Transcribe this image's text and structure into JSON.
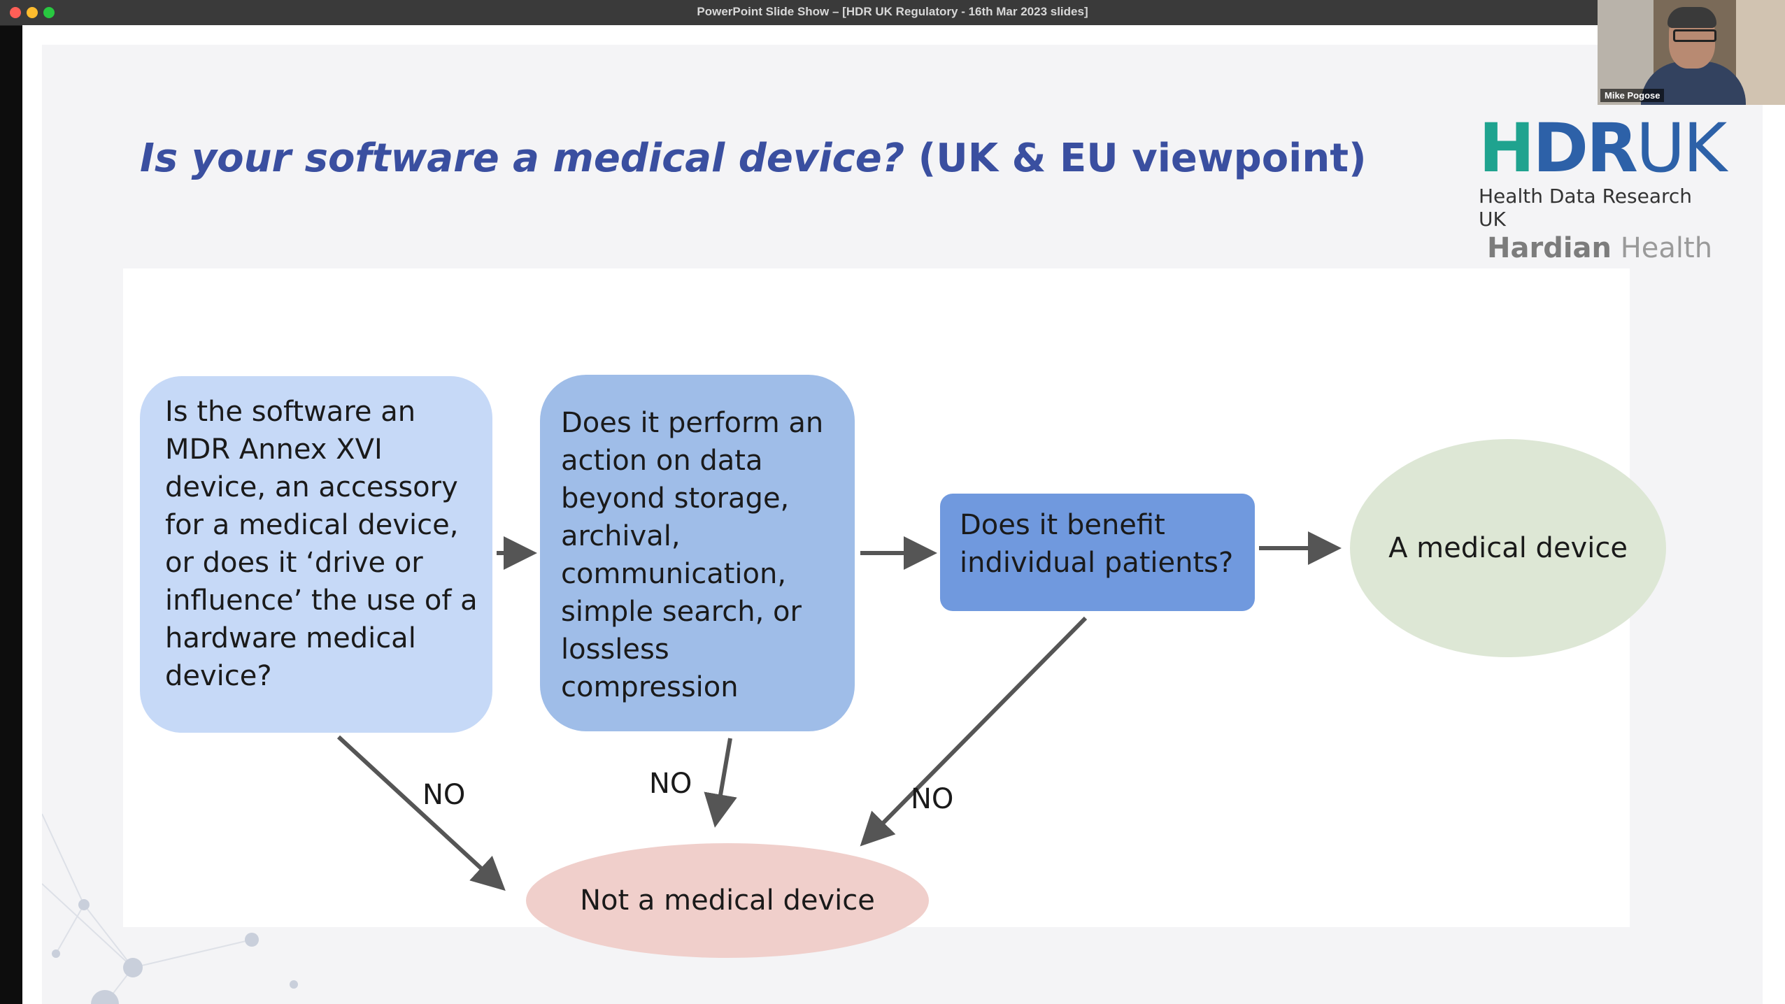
{
  "window": {
    "title": "PowerPoint Slide Show – [HDR UK Regulatory - 16th Mar 2023 slides]"
  },
  "slide": {
    "title_italic": "Is your software a medical device?",
    "title_rest": " (UK & EU viewpoint)",
    "logos": {
      "hdr_h": "H",
      "hdr_dr": "DR",
      "hdr_uk": "UK",
      "hdr_subtitle": "Health Data Research UK",
      "hardian_bold": "Hardian",
      "hardian_light": " Health"
    },
    "flowchart": {
      "nodes": [
        {
          "id": "q1",
          "text": "Is the software an MDR Annex XVI device, an accessory for a medical device, or does it ‘drive or influence’ the use of a hardware medical device?"
        },
        {
          "id": "q2",
          "text": "Does it perform an action on data beyond storage, archival, communication, simple search, or lossless compression"
        },
        {
          "id": "q3",
          "text": "Does it benefit individual patients?"
        },
        {
          "id": "yes_end",
          "text": "A medical device"
        },
        {
          "id": "no_end",
          "text": "Not a medical device"
        }
      ],
      "edge_labels": {
        "q1_no": "NO",
        "q2_no": "NO",
        "q3_no": "NO"
      }
    }
  },
  "webcam": {
    "participant_name": "Mike Pogose"
  },
  "colors": {
    "title_blue": "#3a4fa0",
    "node1": "#c6d9f7",
    "node2": "#9fbde8",
    "node3": "#7099de",
    "medical_device": "#dde7d5",
    "not_medical_device": "#f0cfcb",
    "arrow": "#555555"
  }
}
